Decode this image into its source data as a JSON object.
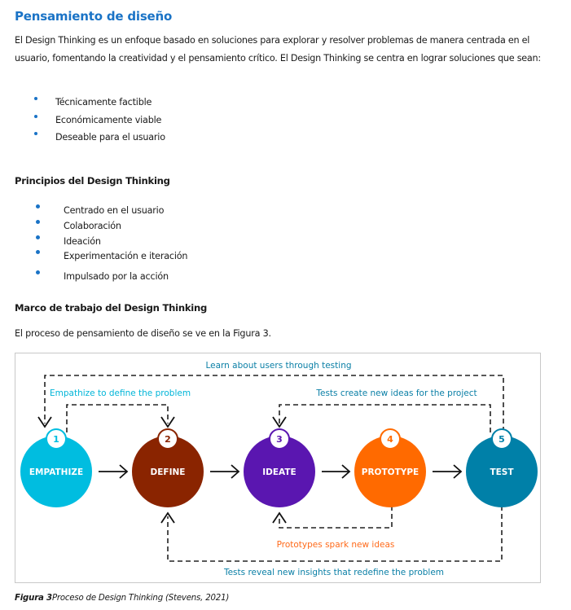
{
  "section_title": "Pensamiento de diseño",
  "intro_paragraph": "El Design Thinking es un enfoque basado en soluciones para explorar y resolver problemas de manera centrada en el usuario, fomentando la creatividad y el pensamiento crítico. El Design Thinking se centra en lograr soluciones que sean:",
  "criteria": [
    "Técnicamente factible",
    "Económicamente viable",
    "Deseable para el usuario"
  ],
  "principles_heading": "Principios del Design Thinking",
  "principles": [
    "Centrado en el usuario",
    "Colaboración",
    "Ideación",
    "Experimentación e iteración",
    "Impulsado por la acción"
  ],
  "framework_heading": "Marco de trabajo del Design Thinking",
  "framework_text": "El proceso de pensamiento de diseño se ve en la Figura 3.",
  "figure": {
    "stages": [
      {
        "number": "1",
        "label": "EMPATHIZE",
        "color": "#00bde0"
      },
      {
        "number": "2",
        "label": "DEFINE",
        "color": "#8a2400"
      },
      {
        "number": "3",
        "label": "IDEATE",
        "color": "#5a16b0"
      },
      {
        "number": "4",
        "label": "PROTOTYPE",
        "color": "#ff6a00"
      },
      {
        "number": "5",
        "label": "TEST",
        "color": "#0080a8"
      }
    ],
    "loops": {
      "learn": {
        "text": "Learn about users through testing",
        "color": "#0a7fa6"
      },
      "empathize_define": {
        "text": "Empathize to define the problem",
        "color": "#00b5d8"
      },
      "tests_ideas": {
        "text": "Tests create new ideas for the project",
        "color": "#0a7fa6"
      },
      "prototypes_spark": {
        "text": "Prototypes spark new ideas",
        "color": "#ff6a1a"
      },
      "tests_reveal": {
        "text": "Tests reveal new insights that redefine the problem",
        "color": "#0a7fa6"
      }
    }
  },
  "caption": {
    "label": "Figura 3",
    "text": "Proceso de Design Thinking (Stevens, 2021)"
  },
  "colors": {
    "accent": "#1a73c6",
    "text": "#1a1a1a"
  }
}
